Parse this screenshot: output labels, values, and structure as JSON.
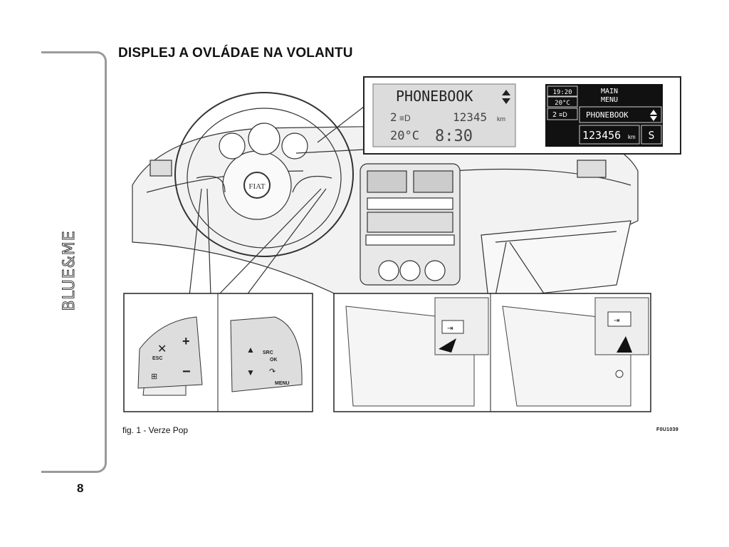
{
  "page": {
    "title": "DISPLEJ A OVLÁDAE NA VOLANTU",
    "page_number": "8",
    "side_logo": "BLUE&ME",
    "caption": "fig. 1 - Verze Pop",
    "figure_code": "F0U1039"
  },
  "display_left": {
    "line1": "PHONEBOOK",
    "gear": "2",
    "odometer": "12345",
    "odometer_unit": "km",
    "temperature": "20°C",
    "time": "8:30"
  },
  "display_right": {
    "time": "19:20",
    "temperature": "20°C",
    "gear": "2",
    "menu_line1": "MAIN",
    "menu_line2": "MENU",
    "phonebook": "PHONEBOOK",
    "odometer": "123456",
    "odometer_unit": "km",
    "mode": "S"
  },
  "controls_left": {
    "esc": "ESC"
  },
  "controls_right": {
    "src": "SRC",
    "ok": "OK",
    "menu": "MENU"
  },
  "icons": [
    "mute-icon",
    "plus-icon",
    "minus-icon",
    "windows-icon",
    "up-arrow-icon",
    "down-arrow-icon",
    "phone-icon",
    "fiat-logo",
    "usb-port-icon",
    "arrow-pointer-icon"
  ]
}
